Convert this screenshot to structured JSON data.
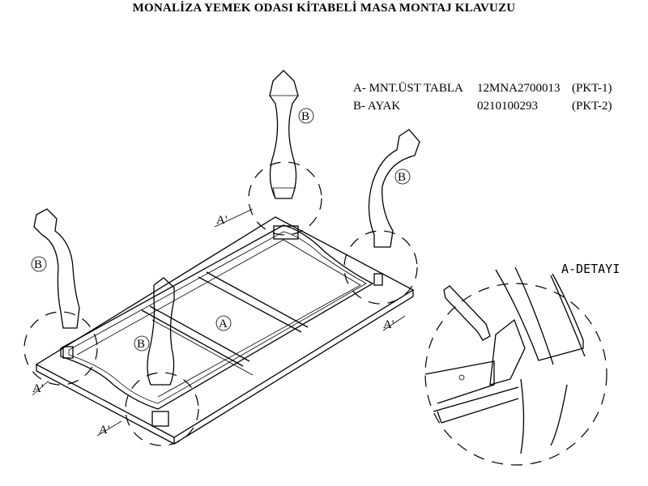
{
  "title": "MONALİZA YEMEK ODASI KİTABELİ MASA MONTAJ KLAVUZU",
  "parts": [
    {
      "name": "A- MNT.ÜST TABLA",
      "code": "12MNA2700013",
      "package": "(PKT-1)"
    },
    {
      "name": "B- AYAK",
      "code": "0210100293",
      "package": "(PKT-2)"
    }
  ],
  "labels": {
    "leg": "B",
    "top": "A",
    "corner": "A'",
    "detail": "A-DETAYI"
  }
}
